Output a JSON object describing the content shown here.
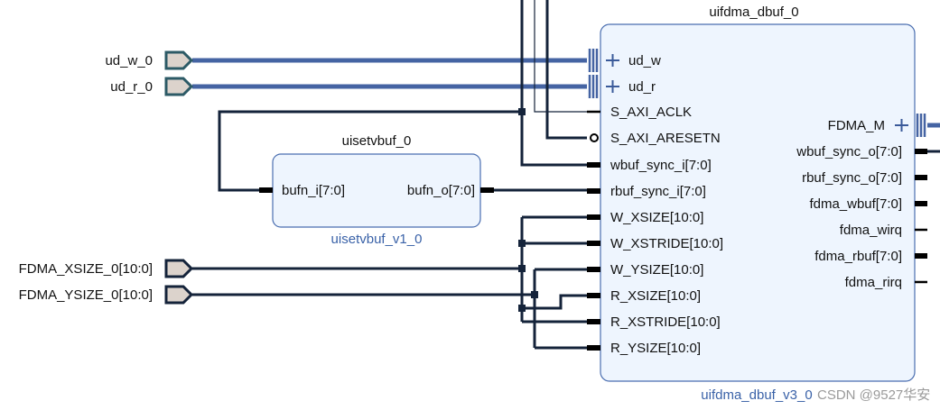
{
  "external_ports": {
    "ud_w_0": "ud_w_0",
    "ud_r_0": "ud_r_0",
    "fdma_xsize": "FDMA_XSIZE_0[10:0]",
    "fdma_ysize": "FDMA_YSIZE_0[10:0]"
  },
  "uisetvbuf": {
    "instance": "uisetvbuf_0",
    "ip": "uisetvbuf_v1_0",
    "inputs": [
      "bufn_i[7:0]"
    ],
    "outputs": [
      "bufn_o[7:0]"
    ]
  },
  "uifdma": {
    "instance": "uifdma_dbuf_0",
    "ip": "uifdma_dbuf_v3_0",
    "inputs": [
      "ud_w",
      "ud_r",
      "S_AXI_ACLK",
      "S_AXI_ARESETN",
      "wbuf_sync_i[7:0]",
      "rbuf_sync_i[7:0]",
      "W_XSIZE[10:0]",
      "W_XSTRIDE[10:0]",
      "W_YSIZE[10:0]",
      "R_XSIZE[10:0]",
      "R_XSTRIDE[10:0]",
      "R_YSIZE[10:0]"
    ],
    "outputs": [
      "FDMA_M",
      "wbuf_sync_o[7:0]",
      "rbuf_sync_o[7:0]",
      "fdma_wbuf[7:0]",
      "fdma_wirq",
      "fdma_rbuf[7:0]",
      "fdma_rirq"
    ]
  },
  "colors": {
    "bus": "#4564a3",
    "wire": "#14233a",
    "block_fill": "#eef5fe",
    "block_border": "#4a6eb0",
    "ip_label": "#3a62a8"
  },
  "watermark": "CSDN @9527华安"
}
